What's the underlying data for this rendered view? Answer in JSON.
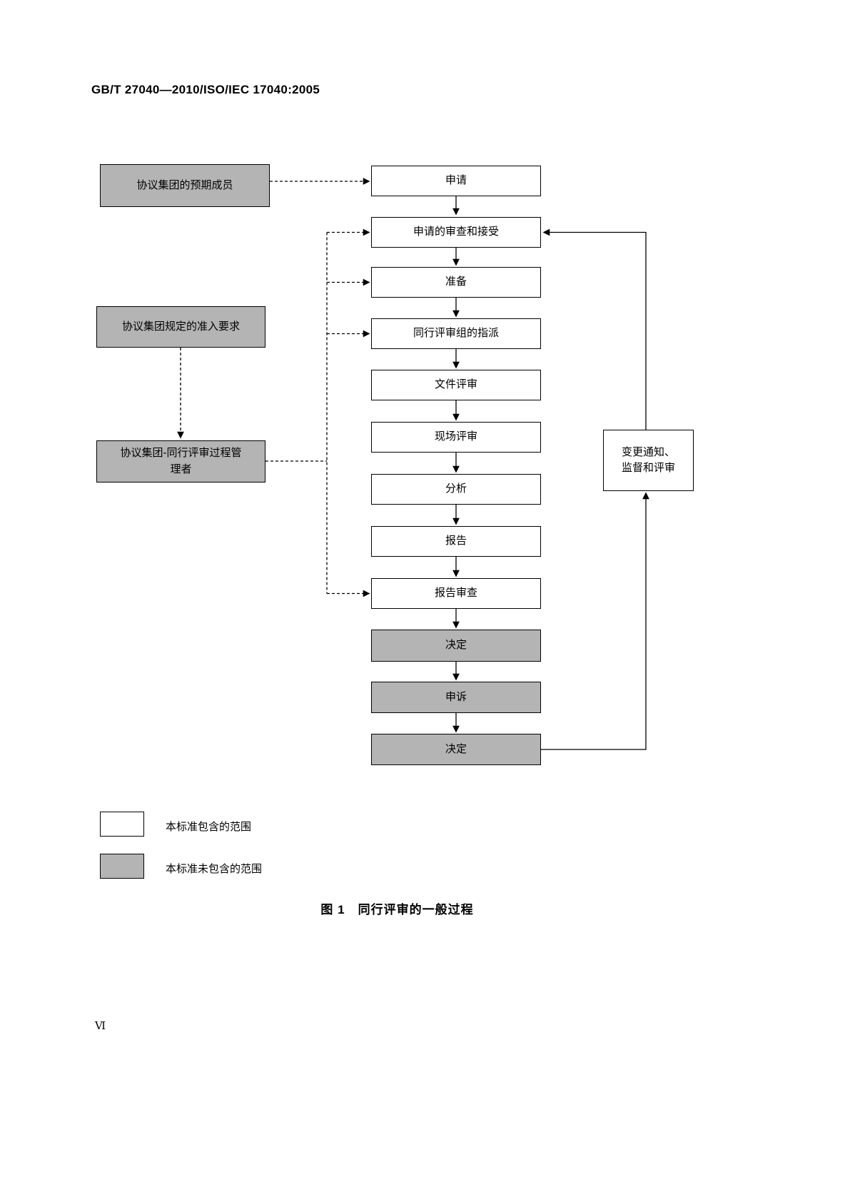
{
  "page": {
    "header": "GB/T 27040—2010/ISO/IEC 17040:2005",
    "caption": "图 1　同行评审的一般过程",
    "page_number": "Ⅵ"
  },
  "flowchart": {
    "main_steps": [
      {
        "label": "申请",
        "scope": "included"
      },
      {
        "label": "申请的审查和接受",
        "scope": "included"
      },
      {
        "label": "准备",
        "scope": "included"
      },
      {
        "label": "同行评审组的指派",
        "scope": "included"
      },
      {
        "label": "文件评审",
        "scope": "included"
      },
      {
        "label": "现场评审",
        "scope": "included"
      },
      {
        "label": "分析",
        "scope": "included"
      },
      {
        "label": "报告",
        "scope": "included"
      },
      {
        "label": "报告审查",
        "scope": "included"
      },
      {
        "label": "决定",
        "scope": "excluded"
      },
      {
        "label": "申诉",
        "scope": "excluded"
      },
      {
        "label": "决定",
        "scope": "excluded"
      }
    ],
    "side_boxes": [
      {
        "label": "协议集团的预期成员",
        "scope": "excluded"
      },
      {
        "label": "协议集团规定的准入要求",
        "scope": "excluded"
      },
      {
        "label": "协议集团-同行评审过程管\n理者",
        "scope": "excluded"
      }
    ],
    "feedback_box": {
      "label": "变更通知、\n监督和评审",
      "scope": "included"
    }
  },
  "legend": {
    "items": [
      {
        "label": "本标准包含的范围",
        "swatch": "included"
      },
      {
        "label": "本标准未包含的范围",
        "swatch": "excluded"
      }
    ]
  },
  "colors": {
    "included_fill": "#ffffff",
    "excluded_fill": "#b4b4b4",
    "line": "#000000"
  }
}
